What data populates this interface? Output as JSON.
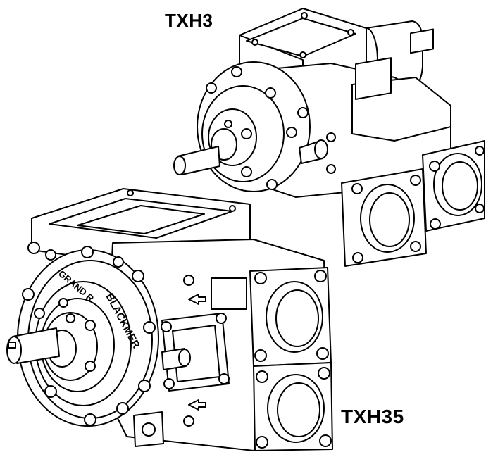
{
  "labels": {
    "top": "TXH3",
    "bottom": "TXH35"
  },
  "drawing": {
    "engraving_ring": "GRAND R",
    "engraving_brand": "BLACKMER",
    "line_color": "#000000",
    "fill_color": "#ffffff"
  }
}
